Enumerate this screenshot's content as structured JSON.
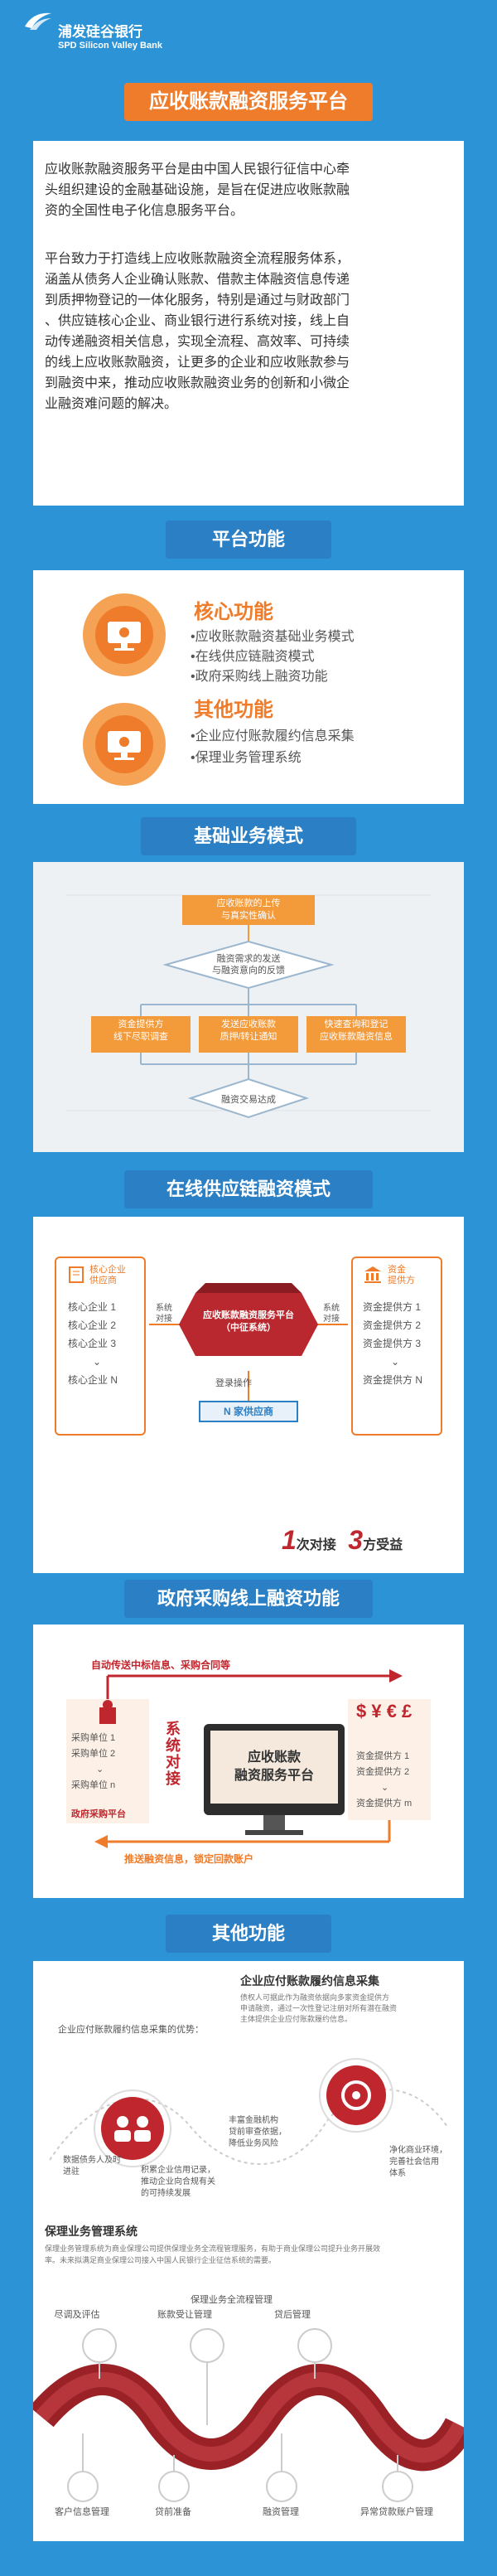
{
  "header": {
    "logo_cn": "浦发硅谷银行",
    "logo_en": "SPD Silicon Valley Bank",
    "title": "应收账款融资服务平台"
  },
  "intro": {
    "p1": [
      "应收账款融资服务平台是由中国人民银行征信中心牵",
      "头组织建设的金融基础设施，是旨在促进应收账款融",
      "资的全国性电子化信息服务平台。"
    ],
    "p2": [
      "平台致力于打造线上应收账款融资全流程服务体系，",
      "涵盖从债务人企业确认账款、借款主体融资信息传递",
      "到质押物登记的一体化服务，特别是通过与财政部门",
      "、供应链核心企业、商业银行进行系统对接，线上自",
      "动传递融资相关信息，实现全流程、高效率、可持续",
      "的线上应收账款融资，让更多的企业和应收账款参与",
      "到融资中来，推动应收账款融资业务的创新和小微企",
      "业融资难问题的解决。"
    ]
  },
  "platform": {
    "heading": "平台功能",
    "core_title": "核心功能",
    "core_items": [
      "•应收账款融资基础业务模式",
      "•在线供应链融资模式",
      "•政府采购线上融资功能"
    ],
    "other_title": "其他功能",
    "other_items": [
      "•企业应付账款履约信息采集",
      "•保理业务管理系统"
    ]
  },
  "basic": {
    "heading": "基础业务模式",
    "box1": [
      "应收账款的上传",
      "与真实性确认"
    ],
    "diamond1": [
      "融资需求的发送",
      "与融资意向的反馈"
    ],
    "b_left": [
      "资金提供方",
      "线下尽职调查"
    ],
    "b_mid": [
      "发送应收账款",
      "质押/转让通知"
    ],
    "b_right": [
      "快速查询和登记",
      "应收账款融资信息"
    ],
    "diamond2": "融资交易达成"
  },
  "supply": {
    "heading": "在线供应链融资模式",
    "left_title": [
      "核心企业",
      "供应商"
    ],
    "left_items": [
      "核心企业 1",
      "核心企业 2",
      "核心企业 3",
      "⌄",
      "核心企业 N"
    ],
    "right_title": [
      "资金",
      "提供方"
    ],
    "right_items": [
      "资金提供方 1",
      "资金提供方 2",
      "资金提供方 3",
      "⌄",
      "资金提供方 N"
    ],
    "center": [
      "应收账款融资服务平台",
      "（中征系统）"
    ],
    "sys_left": [
      "系统",
      "对接"
    ],
    "sys_right": [
      "系统",
      "对接"
    ],
    "login": "登录操作",
    "n_suppliers": "N 家供应商",
    "tagline": [
      {
        "num": "1",
        "text": "次对接"
      },
      {
        "num": "3",
        "text": "方受益"
      }
    ]
  },
  "gov": {
    "heading": "政府采购线上融资功能",
    "top_arrow": "自动传送中标信息、采购合同等",
    "bottom_arrow": "推送融资信息，锁定回款账户",
    "left_items": [
      "采购单位 1",
      "采购单位 2",
      "⌄",
      "采购单位 n"
    ],
    "left_label": "政府采购平台",
    "center_left": [
      "系",
      "统",
      "对",
      "接"
    ],
    "screen": [
      "应收账款",
      "融资服务平台"
    ],
    "right_items": [
      "资金提供方 1",
      "资金提供方 2",
      "⌄",
      "资金提供方 m"
    ],
    "currency": "$ ¥ € £"
  },
  "other": {
    "heading": "其他功能",
    "collect_title": "企业应付账款履约信息采集",
    "collect_desc": [
      "债权人可据此作为融资依据向多家资金提供方",
      "申请融资，通过一次性登记注册对所有潜在融资",
      "主体提供企业应付账款履约信息。"
    ],
    "advantages_title": "企业应付账款履约信息采集的优势：",
    "adv": [
      [
        "数据债务人及时",
        "进驻"
      ],
      [
        "积累企业信用记录，",
        "推动企业向合规有关",
        "的可持续发展"
      ],
      [
        "丰富金融机构",
        "贷前审查依据，",
        "降低业务风险"
      ],
      [
        "净化商业环境，",
        "完善社会信用",
        "体系"
      ]
    ],
    "factoring_title": "保理业务管理系统",
    "factoring_desc": [
      "保理业务管理系统为商业保理公司提供保理业务全流程管理服务，有助于商业保理公司提升业务开展效",
      "率。未来拟满足商业保理公司接入中国人民银行企业征信系统的需要。"
    ],
    "flow_title": "保理业务全流程管理",
    "steps_top": [
      "尽调及评估",
      "账款受让管理",
      "贷后管理"
    ],
    "steps_bottom": [
      "客户信息管理",
      "贷前准备",
      "融资管理",
      "异常贷款账户管理"
    ]
  }
}
